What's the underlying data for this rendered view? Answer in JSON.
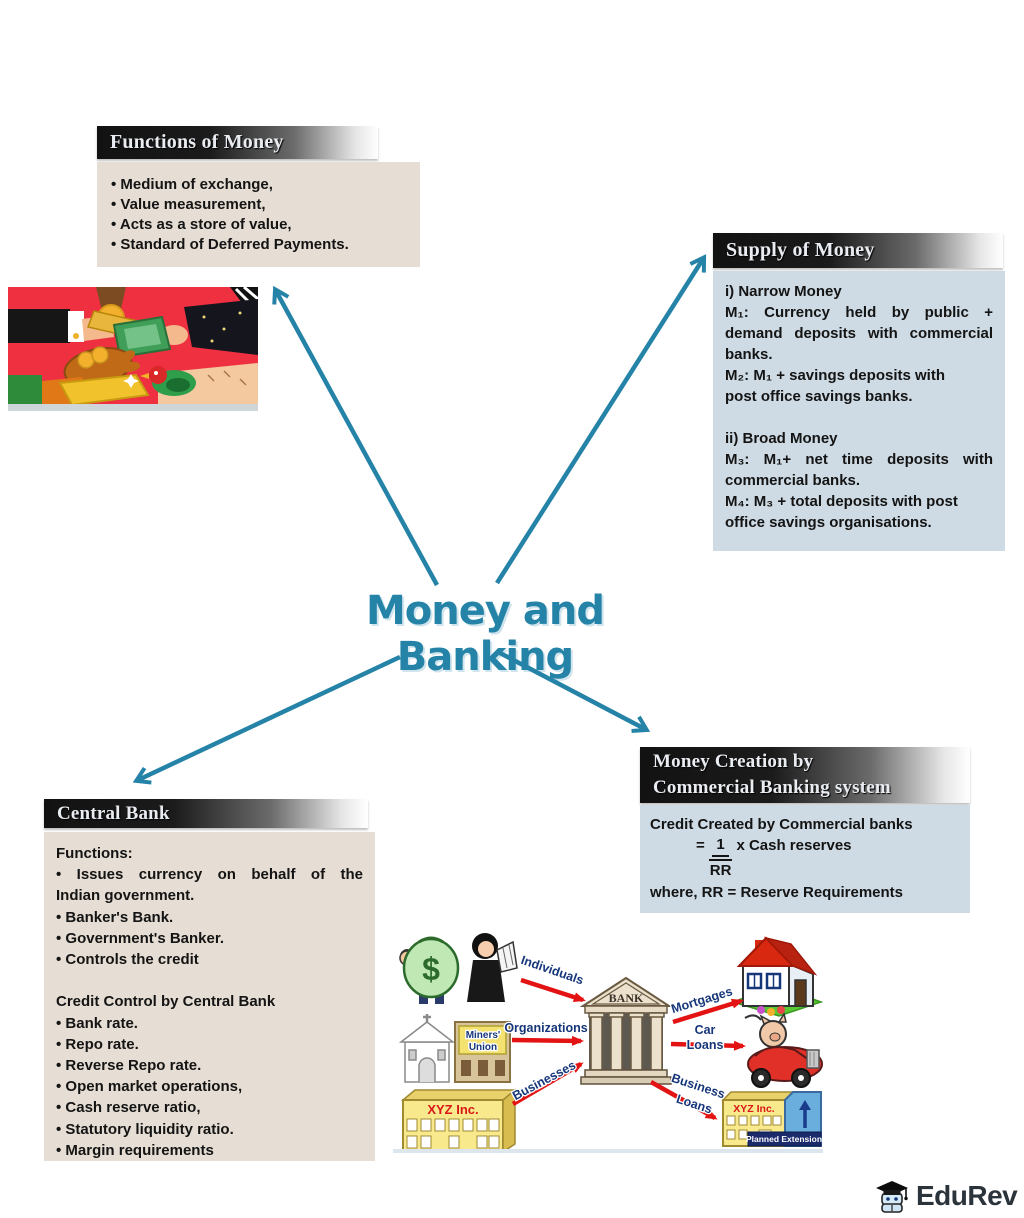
{
  "title": {
    "text": "Money and Banking"
  },
  "colors": {
    "accent_teal": "#2583a8",
    "arrow_red": "#e41313",
    "beige_panel": "#e6ded4",
    "blue_panel": "#cedbe4",
    "header_text": "#e9edf2",
    "label_navy": "#16367a"
  },
  "boxes": {
    "functions": {
      "header": "Functions of Money",
      "lines": [
        "• Medium of exchange,",
        "• Value measurement,",
        "• Acts as a store of value,",
        "• Standard of Deferred Payments."
      ]
    },
    "supply": {
      "header": "Supply of Money",
      "lines": [
        {
          "text": "i) Narrow Money"
        },
        {
          "text": "M₁: Currency held by public +",
          "justify": true
        },
        {
          "text": "demand deposits with commercial",
          "justify": true
        },
        {
          "text": "banks."
        },
        {
          "text": "M₂: M₁ + savings deposits with"
        },
        {
          "text": "post office savings banks."
        },
        {
          "text": ""
        },
        {
          "text": "ii) Broad Money"
        },
        {
          "text": "M₃: M₁+ net time deposits with",
          "justify": true
        },
        {
          "text": "commercial banks."
        },
        {
          "text": "M₄: M₃ + total deposits with post"
        },
        {
          "text": "office savings organisations."
        }
      ]
    },
    "central_bank": {
      "header": "Central Bank",
      "lines": [
        {
          "text": "Functions:"
        },
        {
          "text": "• Issues currency on behalf of the",
          "justify": true
        },
        {
          "text": "Indian government."
        },
        {
          "text": "• Banker's Bank."
        },
        {
          "text": "• Government's Banker."
        },
        {
          "text": "• Controls the credit"
        },
        {
          "text": ""
        },
        {
          "text": "Credit Control by Central Bank"
        },
        {
          "text": "• Bank rate."
        },
        {
          "text": "• Repo rate."
        },
        {
          "text": "• Reverse Repo rate."
        },
        {
          "text": "• Open market operations,"
        },
        {
          "text": "• Cash reserve ratio,"
        },
        {
          "text": "• Statutory liquidity ratio."
        },
        {
          "text": "• Margin requirements"
        }
      ]
    },
    "money_creation": {
      "header_line1": "Money Creation by",
      "header_line2": "Commercial Banking system",
      "intro": "Credit Created by Commercial banks",
      "formula": {
        "eq": "=",
        "num": "1",
        "mult": "x Cash reserves",
        "den": "RR"
      },
      "where": "where, RR = Reserve Requirements"
    }
  },
  "bank_diagram": {
    "labels": {
      "bank": "BANK",
      "individuals": "Individuals",
      "organizations": "Organizations",
      "businesses": "Businesses",
      "mortgages": "Mortgages",
      "car_line1": "Car",
      "car_line2": "Loans",
      "business_line1": "Business",
      "business_line2": "Loans",
      "miners_line1": "Miners'",
      "miners_line2": "Union",
      "xyz": "XYZ Inc.",
      "xyz_extension": "XYZ Inc.",
      "planned_extension": "Planned Extension"
    }
  },
  "logo": {
    "text": "EduRev"
  }
}
